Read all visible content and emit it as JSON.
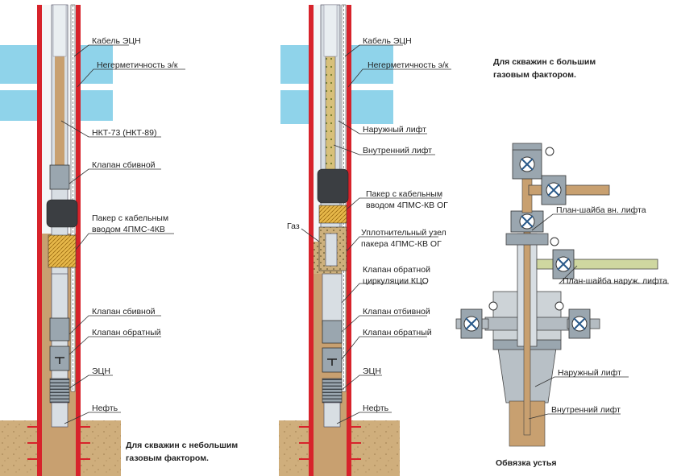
{
  "left_well": {
    "labels": {
      "cable": "Кабель ЭЦН",
      "leak": "Негерметичность э/к",
      "tubing": "НКТ-73 (НКТ-89)",
      "knock_valve_top": "Клапан сбивной",
      "packer": "Пакер с кабельным вводом 4ПМС-4КВ",
      "knock_valve_bottom": "Клапан сбивной",
      "check_valve": "Клапан обратный",
      "esp": "ЭЦН",
      "oil": "Нефть"
    },
    "caption": "Для скважин с небольшим газовым фактором."
  },
  "right_well": {
    "labels": {
      "cable": "Кабель ЭЦН",
      "leak": "Негерметичность э/к",
      "outer_lift": "Наружный лифт",
      "inner_lift": "Внутренний лифт",
      "packer": "Пакер с кабельным вводом 4ПМС-КВ ОГ",
      "gas": "Газ",
      "seal_unit": "Уплотнительный узел пакера 4ПМС-КВ ОГ",
      "circ_valve": "Клапан обратной циркуляции КЦО",
      "knock_valve": "Клапан отбивной",
      "check_valve": "Клапан обратный",
      "esp": "ЭЦН",
      "oil": "Нефть"
    },
    "caption": "Для скважин с большим газовым фактором."
  },
  "wellhead": {
    "labels": {
      "inner_flange": "План-шайба вн. лифта",
      "outer_flange": "План-шайба наруж. лифта",
      "outer_lift": "Наружный лифт",
      "inner_lift": "Внутренний лифт"
    },
    "caption": "Обвязка устья"
  },
  "colors": {
    "casing_wall": "#d7232b",
    "water": "#8fd3ea",
    "oil": "#c8a070",
    "packer": "#3b3e42",
    "valve": "#9aa6af"
  }
}
